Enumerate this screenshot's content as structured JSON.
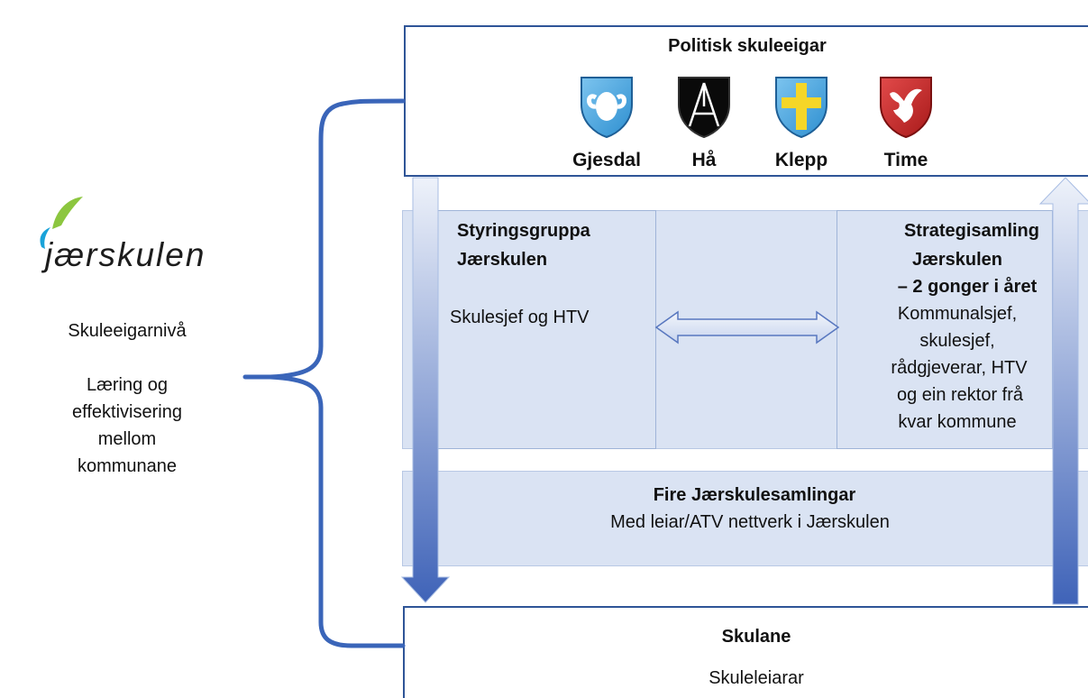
{
  "logo": {
    "text": "jærskulen"
  },
  "left": {
    "level": "Skuleeigarnivå",
    "desc_lines": [
      "Læring og",
      "effektivisering",
      "mellom",
      "kommunane"
    ]
  },
  "top": {
    "title": "Politisk skuleeigar",
    "municipalities": [
      {
        "name": "Gjesdal",
        "icon": "gjesdal-ram-shield-icon"
      },
      {
        "name": "Hå",
        "icon": "haa-shield-icon"
      },
      {
        "name": "Klepp",
        "icon": "klepp-cross-shield-icon"
      },
      {
        "name": "Time",
        "icon": "time-bird-shield-icon"
      }
    ]
  },
  "styring": {
    "title_lines": [
      "Styringsgruppa",
      "Jærskulen"
    ],
    "body": "Skulesjef og HTV"
  },
  "strategi": {
    "title_lines": [
      "Strategisamling",
      "Jærskulen",
      "– 2 gonger i året"
    ],
    "body_lines": [
      "Kommunalsjef,",
      "skulesjef,",
      "rådgjeverar, HTV",
      "og ein rektor frå",
      "kvar kommune"
    ]
  },
  "fire": {
    "title": "Fire Jærskulesamlingar",
    "body": "Med leiar/ATV nettverk i Jærskulen"
  },
  "bottom": {
    "title": "Skulane",
    "body": "Skuleleiarar"
  },
  "colors": {
    "border_blue": "#2f5597",
    "panel_fill": "#dae3f3",
    "arrow_dark": "#4a6fbf",
    "arrow_light": "#e8eef9",
    "logo_green": "#8cc63f",
    "logo_blue": "#1aa3d9"
  }
}
